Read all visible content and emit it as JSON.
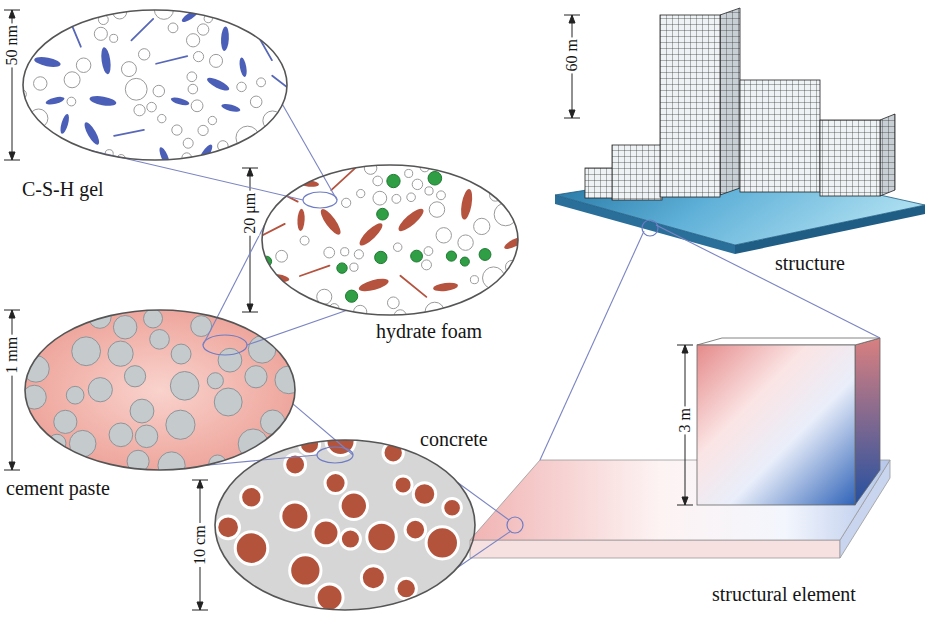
{
  "diagram": {
    "nodes": [
      {
        "text": [
          "C-S-H gel"
        ]
      },
      {
        "text": [
          "hydrate foam"
        ]
      },
      {
        "text": [
          "cement paste"
        ]
      },
      {
        "text": [
          "concrete"
        ]
      },
      {
        "text": [
          "structure"
        ]
      },
      {
        "text": [
          "structural element"
        ]
      }
    ],
    "edges": [
      {
        "from": 0,
        "to": 1,
        "arrow": "none"
      },
      {
        "from": 0,
        "to": 1,
        "arrow": "none"
      },
      {
        "from": 1,
        "to": 2,
        "arrow": "none"
      },
      {
        "from": 1,
        "to": 2,
        "arrow": "none"
      },
      {
        "from": 2,
        "to": 3,
        "arrow": "none"
      },
      {
        "from": 2,
        "to": 3,
        "arrow": "none"
      },
      {
        "from": 3,
        "to": 5,
        "arrow": "none"
      },
      {
        "from": 3,
        "to": 5,
        "arrow": "none"
      },
      {
        "from": 5,
        "to": 4,
        "arrow": "none"
      },
      {
        "from": 5,
        "to": 4,
        "arrow": "none"
      }
    ],
    "labels": [
      "50 nm",
      "20 μm",
      "1 mm",
      "10 cm",
      "60 m",
      "3 m"
    ]
  }
}
